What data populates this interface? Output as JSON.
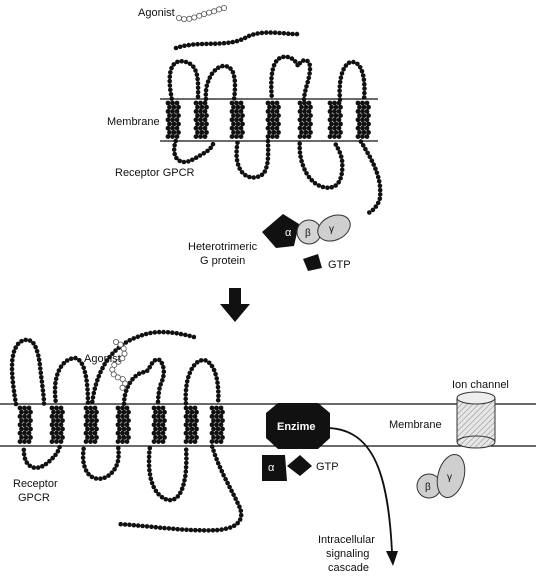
{
  "labels": {
    "agonist_top": "Agonist",
    "membrane_top": "Membrane",
    "receptor_top": "Receptor GPCR",
    "g_protein_line1": "Heterotrimeric",
    "g_protein_line2": "G protein",
    "gtp_top": "GTP",
    "alpha": "α",
    "beta": "β",
    "gamma": "γ",
    "agonist_bottom": "Agonist",
    "receptor_bottom_line1": "Receptor",
    "receptor_bottom_line2": "GPCR",
    "enzyme": "Enzime",
    "gtp_bottom": "GTP",
    "membrane_bottom": "Membrane",
    "ion_channel": "Ion channel",
    "signaling_line1": "Intracellular",
    "signaling_line2": "signaling",
    "signaling_line3": "cascade"
  },
  "colors": {
    "membrane_line": "#111111",
    "bead": "#111111",
    "agonist_bead": "#ffffff",
    "alpha_subunit": "#111111",
    "beta_gamma": "#cfcfcf",
    "enzyme": "#111111",
    "ion_channel": "#dddddd"
  }
}
